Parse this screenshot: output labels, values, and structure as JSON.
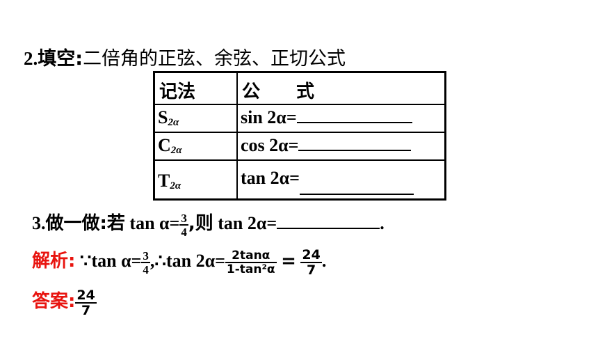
{
  "heading": {
    "number": "2.",
    "label": "填空:",
    "text": "二倍角的正弦、余弦、正切公式"
  },
  "table": {
    "header": {
      "col1": "记法",
      "col2": "公　　式"
    },
    "rows": [
      {
        "notation": "S",
        "sub": "2α",
        "formula": "sin 2α="
      },
      {
        "notation": "C",
        "sub": "2α",
        "formula": "cos 2α="
      },
      {
        "notation": "T",
        "sub": "2α",
        "formula": "tan 2α="
      }
    ]
  },
  "practice": {
    "number": "3.",
    "label": "做一做:若",
    "expr1": "tan α=",
    "frac_num": "3",
    "frac_den": "4",
    "then": ",则",
    "expr2": "tan 2α=",
    "end": "."
  },
  "analysis": {
    "label": "解析:",
    "because": "∵",
    "expr1": "tan α=",
    "frac1_num": "3",
    "frac1_den": "4",
    "therefore": ",∴",
    "expr2": "tan 2α=",
    "frac2_num": "2tanα",
    "frac2_den": "1-tan²α",
    "equals": "=",
    "frac3_num": "24",
    "frac3_den": "7",
    "end": "."
  },
  "answer": {
    "label": "答案:",
    "frac_num": "24",
    "frac_den": "7"
  },
  "colors": {
    "accent_red": "#e8140f",
    "text": "#000000"
  }
}
